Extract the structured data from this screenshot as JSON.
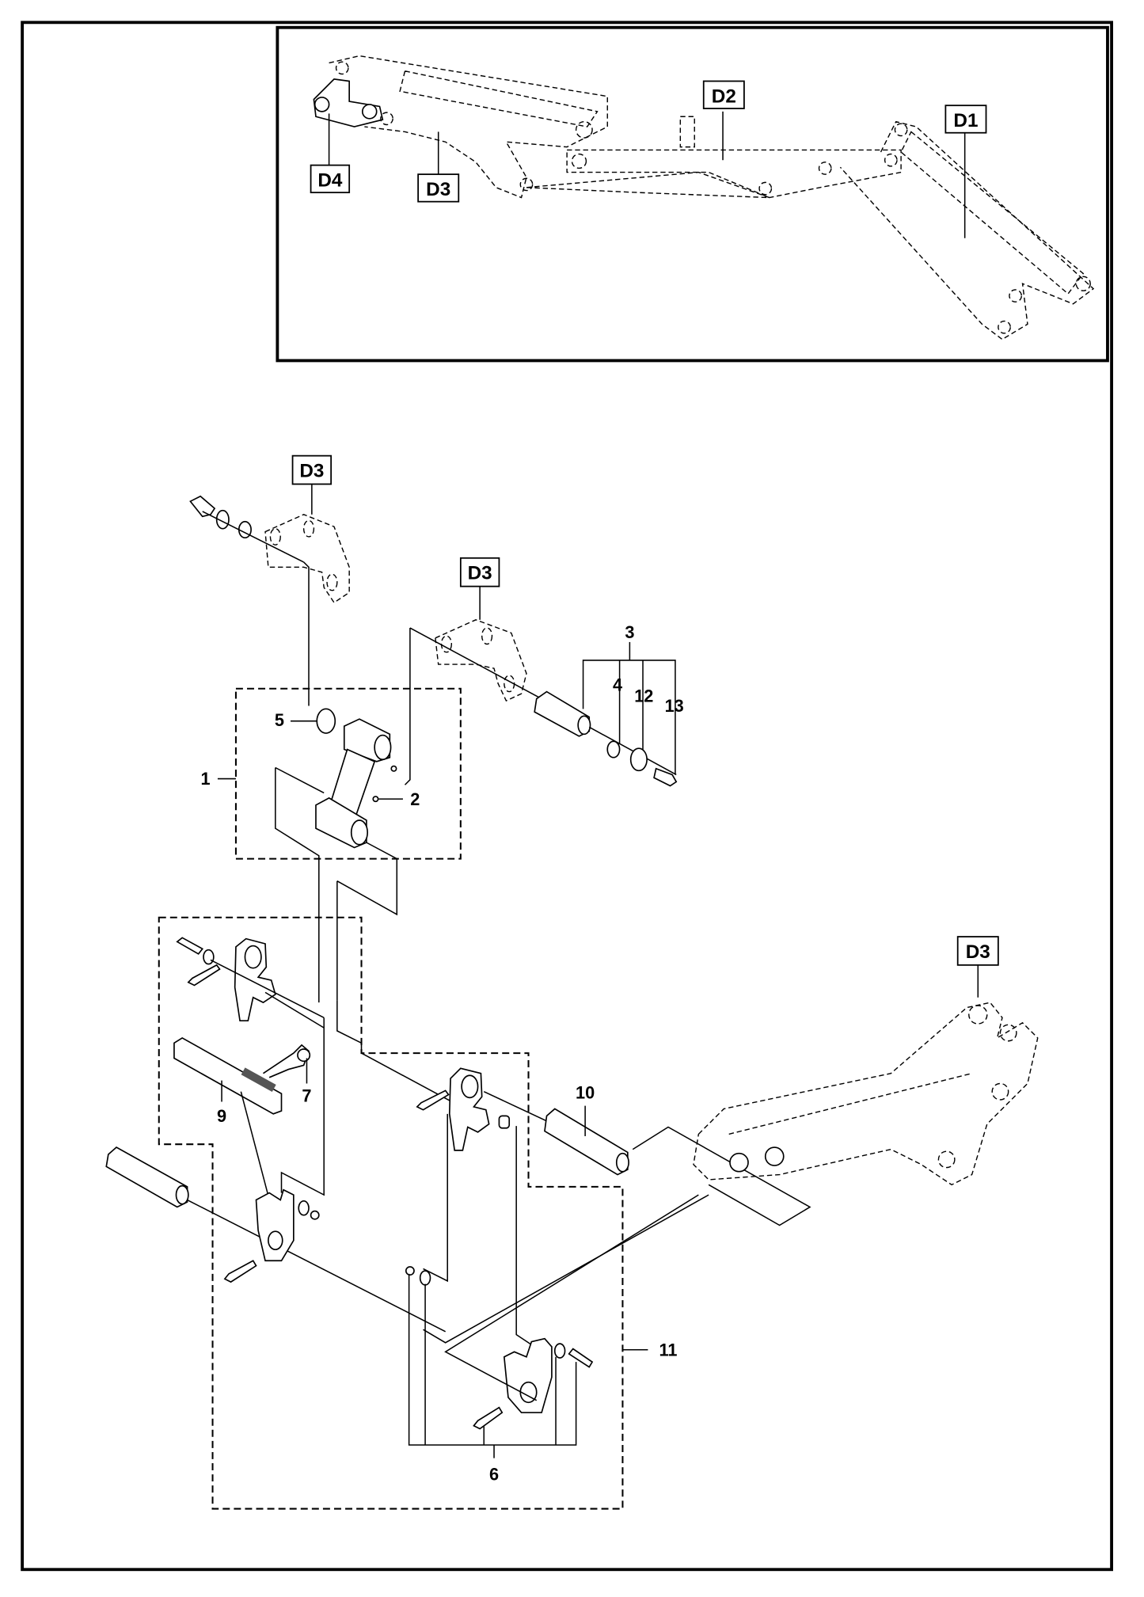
{
  "diagram": {
    "type": "exploded-parts-diagram",
    "overview_labels": [
      "D1",
      "D2",
      "D3",
      "D4"
    ],
    "reference_labels": [
      "D3",
      "D3",
      "D3"
    ],
    "callouts": [
      "1",
      "2",
      "3",
      "4",
      "5",
      "6",
      "7",
      "9",
      "10",
      "11",
      "12",
      "13"
    ]
  },
  "overview": {
    "d1": "D1",
    "d2": "D2",
    "d3": "D3",
    "d4": "D4"
  },
  "refs": {
    "upper_left": "D3",
    "upper_mid": "D3",
    "right": "D3"
  },
  "callouts": {
    "c1": "1",
    "c2": "2",
    "c3": "3",
    "c4": "4",
    "c5": "5",
    "c6": "6",
    "c7": "7",
    "c9": "9",
    "c10": "10",
    "c11": "11",
    "c12": "12",
    "c13": "13"
  }
}
